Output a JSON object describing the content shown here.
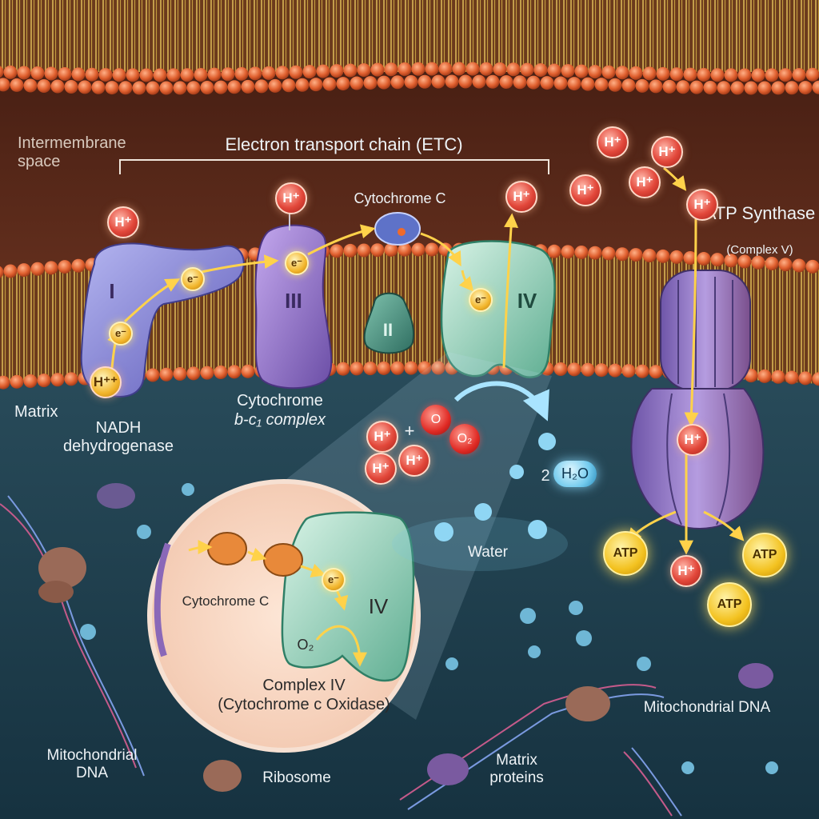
{
  "labels": {
    "intermembrane_space": "Intermembrane space",
    "etc_title": "Electron transport chain (ETC)",
    "cytochrome_c_top": "Cytochrome C",
    "atp_synthase": "ATP Synthase",
    "atp_synthase_sub": "(Complex V)",
    "matrix": "Matrix",
    "nadh": "NADH dehydrogenase",
    "cyt_bc1_line1": "Cytochrome",
    "cyt_bc1_line2": "b-c₁ complex",
    "water": "Water",
    "inset_cyt_c": "Cytochrome C",
    "inset_o2": "O₂",
    "inset_complex_iv_line1": "Complex IV",
    "inset_complex_iv_line2": "(Cytochrome c Oxidase)",
    "mito_dna_left": "Mitochondrial DNA",
    "ribosome": "Ribosome",
    "matrix_proteins": "Matrix proteins",
    "mito_dna_right": "Mitochondrial DNA"
  },
  "complexes": {
    "c1": "I",
    "c2": "II",
    "c3": "III",
    "c4": "IV",
    "inset_c4": "IV"
  },
  "ions": {
    "h": "H⁺",
    "h_nadh": "H⁺⁺",
    "electron": "e⁻",
    "atp": "ATP",
    "plus": "+",
    "o": "O",
    "o2": "O₂",
    "water_count": "2",
    "h2o": "H₂O"
  },
  "colors": {
    "intermembrane": "#5b2a1c",
    "matrix": "#1d3a48",
    "lipid_head": "#e06a3a",
    "proton": "#e2473a",
    "electron": "#f2b52b",
    "atp": "#f3c220",
    "complex_i": "#8a87d6",
    "complex_iii": "#9b7dd2",
    "complex_iv": "#a9ddc7",
    "atp_synthase": "#9a7fc9"
  }
}
